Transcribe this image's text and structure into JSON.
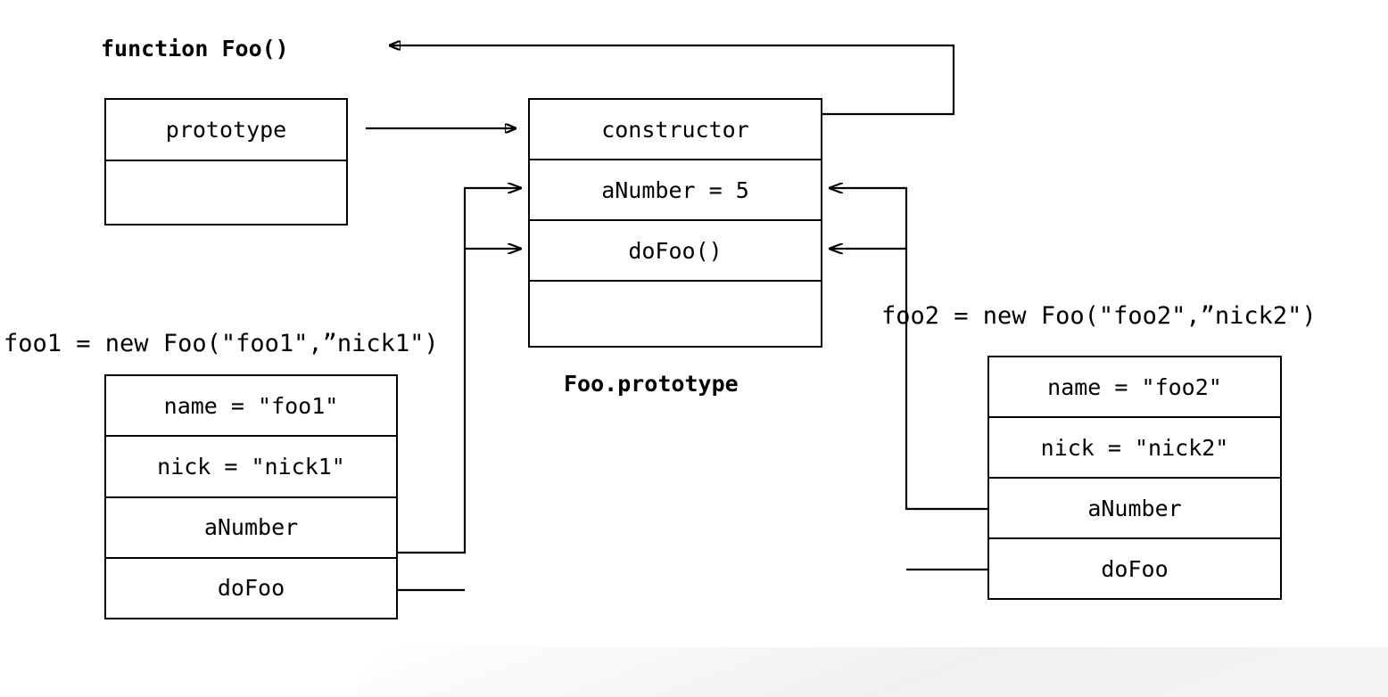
{
  "diagram": {
    "title_label": "function Foo()",
    "prototype_box": {
      "name": "Foo.prototype-pointer-box",
      "rows": [
        {
          "text": "prototype"
        },
        {
          "text": ""
        }
      ]
    },
    "foo_prototype_box": {
      "caption": "Foo.prototype",
      "rows": [
        {
          "text": "constructor"
        },
        {
          "text": "aNumber = 5"
        },
        {
          "text": "doFoo()"
        },
        {
          "text": ""
        }
      ]
    },
    "foo1": {
      "declaration": "foo1",
      "declaration_rest": " = new Foo(\"foo1\",”nick1\")",
      "rows": [
        {
          "text": "name = \"foo1\""
        },
        {
          "text": "nick = \"nick1\""
        },
        {
          "text": "aNumber"
        },
        {
          "text": "doFoo"
        }
      ]
    },
    "foo2": {
      "declaration": "foo2",
      "declaration_rest": " = new Foo(\"foo2\",”nick2\")",
      "rows": [
        {
          "text": "name = \"foo2\""
        },
        {
          "text": "nick = \"nick2\""
        },
        {
          "text": "aNumber"
        },
        {
          "text": "doFoo"
        }
      ]
    },
    "connectors": [
      {
        "name": "prototype-to-constructor-arrow",
        "from": "prototype row",
        "to": "Foo.prototype box"
      },
      {
        "name": "constructor-to-function-foo-arrow",
        "from": "constructor row",
        "to": "function Foo()"
      },
      {
        "name": "foo1-anumber-to-prototype-arrow",
        "from": "foo1 aNumber row",
        "to": "aNumber = 5 row"
      },
      {
        "name": "foo1-dofoo-to-prototype-arrow",
        "from": "foo1 doFoo row",
        "to": "doFoo() row"
      },
      {
        "name": "foo2-anumber-to-prototype-arrow",
        "from": "foo2 aNumber row",
        "to": "aNumber = 5 row"
      },
      {
        "name": "foo2-dofoo-to-prototype-arrow",
        "from": "foo2 doFoo row",
        "to": "doFoo() row"
      }
    ],
    "colors": {
      "stroke": "#000000",
      "background": "#ffffff"
    }
  }
}
